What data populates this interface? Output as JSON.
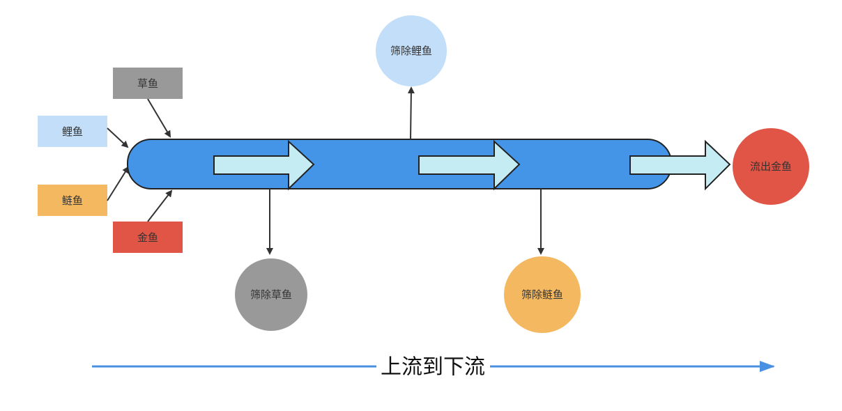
{
  "colors": {
    "pipe": "#4494e8",
    "pipe_stroke": "#222222",
    "flow_arrow": "#c5ecf2",
    "carp_blue": "#c3def8",
    "grass_gray": "#999999",
    "silver_orange": "#f4b860",
    "gold_red": "#e05545",
    "timeline": "#4a90e2",
    "connector": "#333333"
  },
  "inputs": {
    "grass_carp": "草鱼",
    "carp": "鲤鱼",
    "silver_carp": "鲢鱼",
    "goldfish": "金鱼"
  },
  "filters": {
    "carp": "筛除鲤鱼",
    "grass_carp": "筛除草鱼",
    "silver_carp": "筛除鲢鱼"
  },
  "output": {
    "goldfish": "流出金鱼"
  },
  "direction": {
    "label": "上流到下流"
  }
}
